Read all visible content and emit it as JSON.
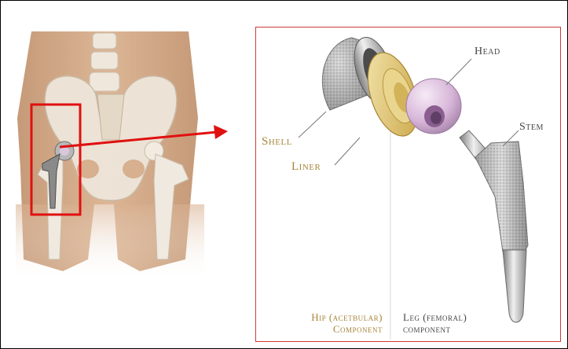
{
  "labels": {
    "shell": "Shell",
    "liner": "Liner",
    "head": "Head",
    "stem": "Stem",
    "hip_component_line1": "Hip (acetbular)",
    "hip_component_line2": "Component",
    "leg_component_line1": "Leg (femoral)",
    "leg_component_line2": "component"
  },
  "colors": {
    "highlight_box": "#e01010",
    "gold_label": "#a8863c",
    "grey_label": "#444444",
    "leader_line": "#777777"
  }
}
